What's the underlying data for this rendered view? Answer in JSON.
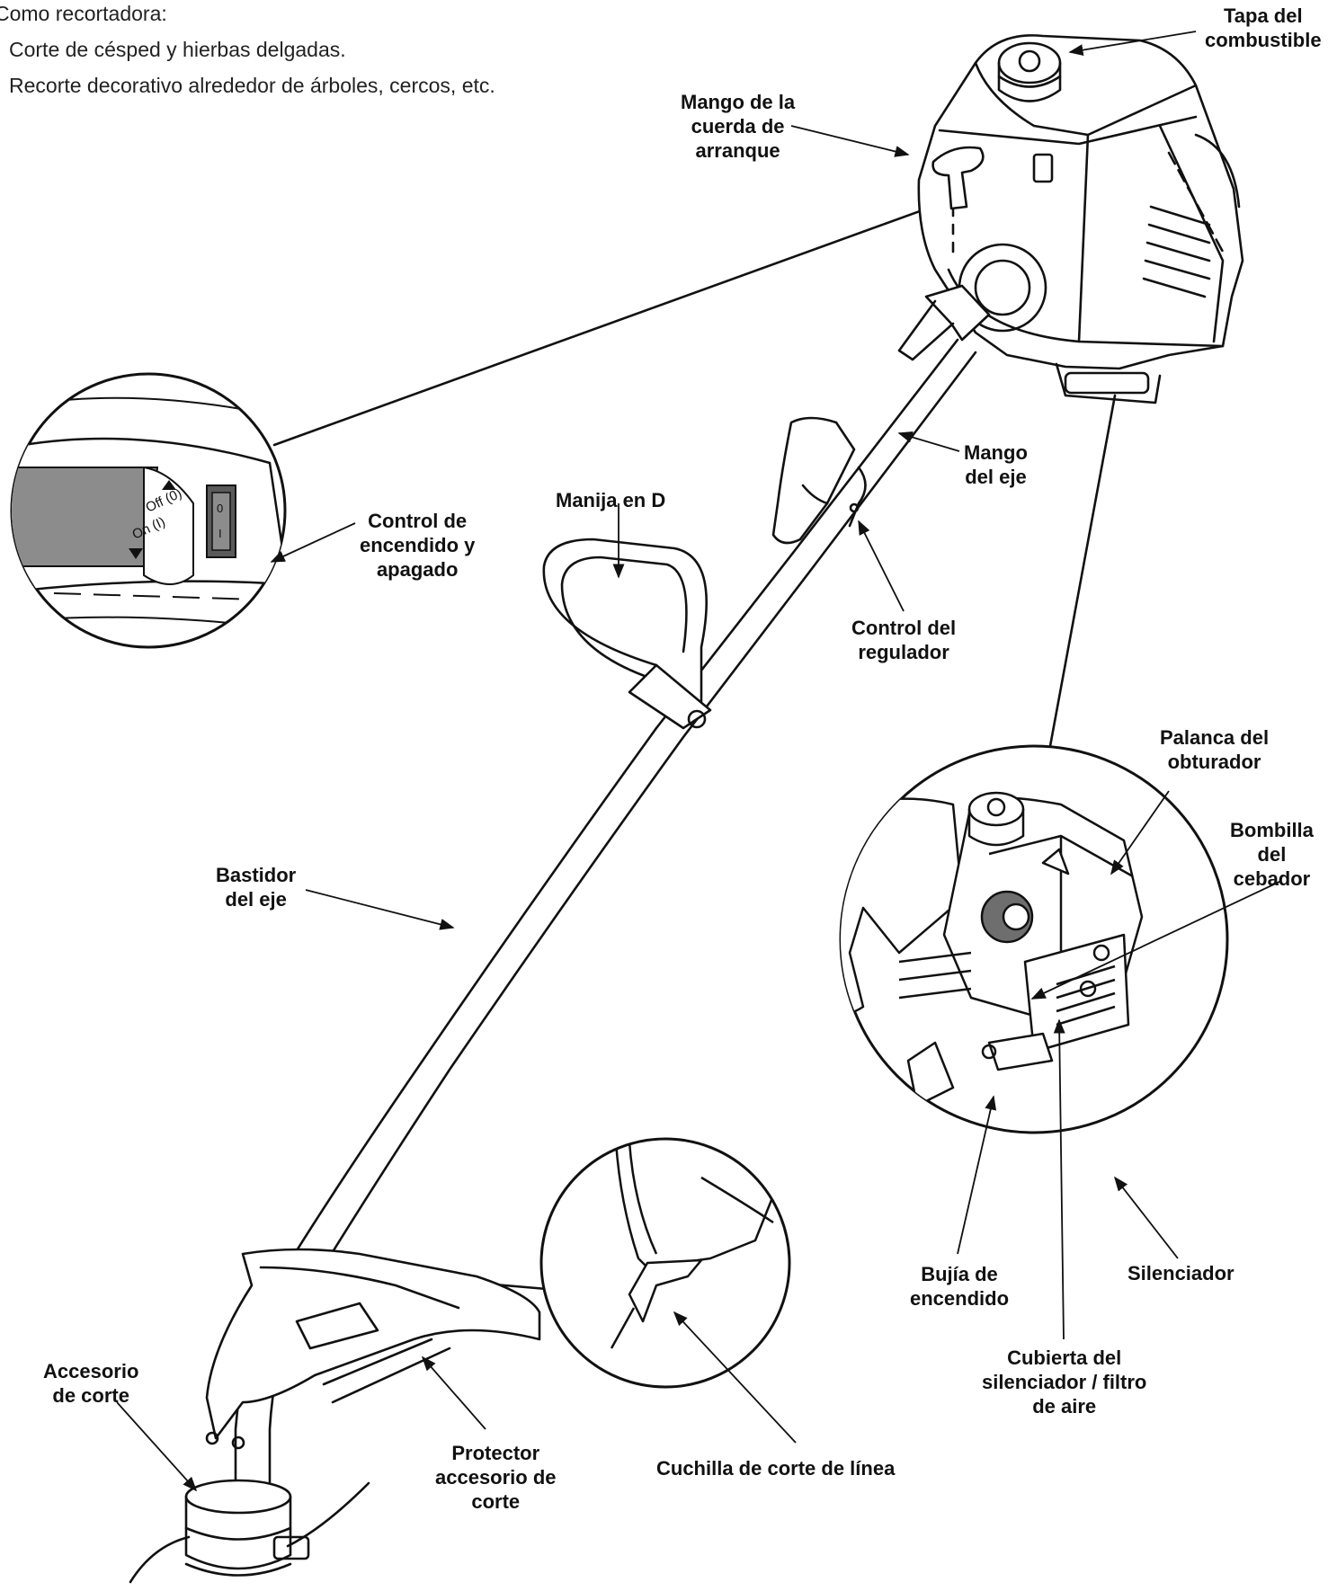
{
  "intro": {
    "heading": "Como recortadora:",
    "items": [
      "Corte de césped y hierbas delgadas.",
      "Recorte decorativo alrededor de árboles, cercos, etc."
    ]
  },
  "labels": {
    "fuel_cap": [
      "Tapa del",
      "combustible"
    ],
    "starter_handle": [
      "Mango de la",
      "cuerda de",
      "arranque"
    ],
    "shaft_handle": [
      "Mango",
      "del eje"
    ],
    "d_handle": [
      "Manija en D"
    ],
    "on_off_control": [
      "Control de",
      "encendido y",
      "apagado"
    ],
    "throttle_control": [
      "Control del",
      "regulador"
    ],
    "choke_lever": [
      "Palanca del",
      "obturador"
    ],
    "primer_bulb": [
      "Bombilla",
      "del",
      "cebador"
    ],
    "shaft_housing": [
      "Bastidor",
      "del eje"
    ],
    "spark_plug": [
      "Bujía de",
      "encendido"
    ],
    "muffler": [
      "Silenciador"
    ],
    "muffler_cover": [
      "Cubierta del",
      "silenciador / filtro",
      "de aire"
    ],
    "cutting_attachment": [
      "Accesorio",
      "de corte"
    ],
    "attachment_guard": [
      "Protector",
      "accesorio de",
      "corte"
    ],
    "line_cutter_blade": [
      "Cuchilla de corte de línea"
    ]
  },
  "switch_inset": {
    "off_text": "Off (0)",
    "on_text": "On (I)",
    "zero": "0",
    "one": "I"
  },
  "colors": {
    "ink": "#111111",
    "switch_gray": "#8c8c8c",
    "switch_dark": "#5a5a5a",
    "bulb_gray": "#6e6e6e"
  }
}
